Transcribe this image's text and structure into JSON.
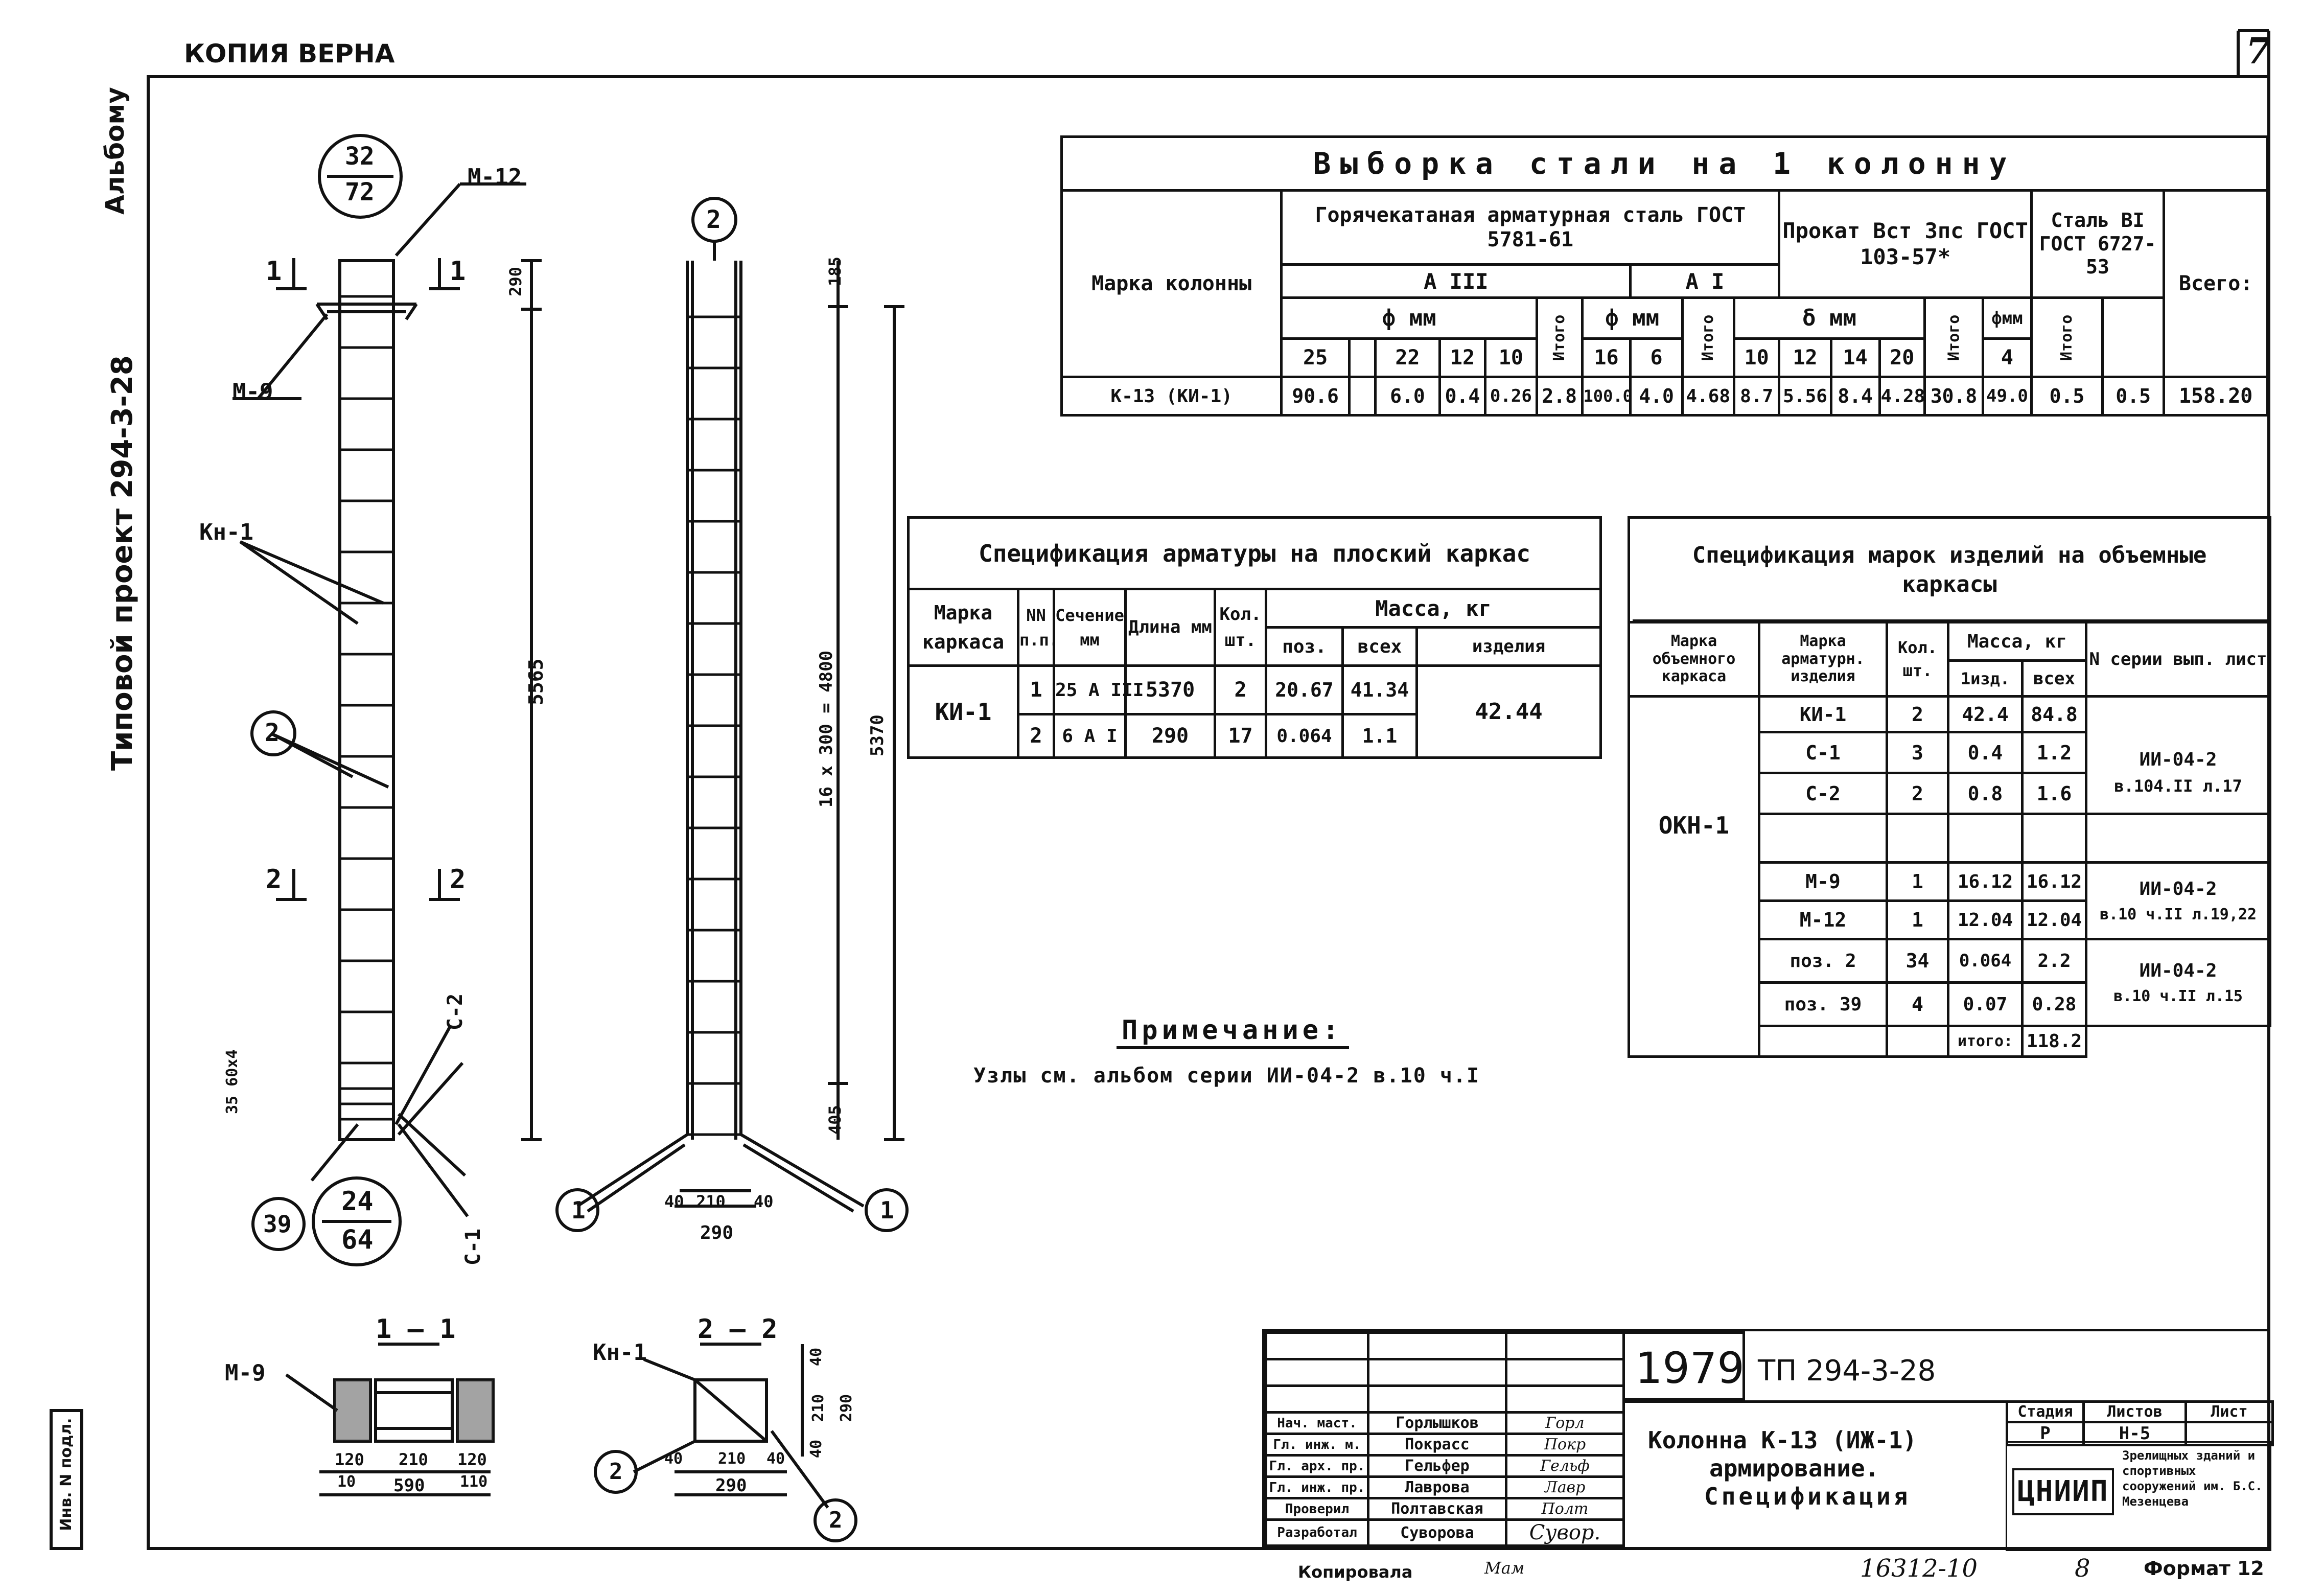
{
  "header": {
    "copy_note": "КОПИЯ ВЕРНА",
    "sheet_number": "7",
    "side_title": "Типовой проект 294-3-28",
    "side_album": "Альбому",
    "side_inv": "Инв. N подл."
  },
  "drawing": {
    "circle_top": {
      "num": "32",
      "den": "72"
    },
    "circle_bottom": {
      "num": "24",
      "den": "64"
    },
    "marks": {
      "m12": "М-12",
      "m9": "М-9",
      "kn1": "Кн-1",
      "c1": "С-1",
      "c2": "С-2",
      "pos1": "1",
      "pos2": "2",
      "pos39": "39"
    },
    "cuts": {
      "cut1": "1",
      "cut2": "2"
    },
    "dims": {
      "d290": "290",
      "d5565": "5565",
      "d185": "185",
      "d405": "405",
      "d5370": "5370",
      "d16x300": "16 х 300 = 4800",
      "d35_60x4": "35 60х4",
      "d40": "40",
      "d210": "210",
      "d120": "120",
      "d10": "10",
      "d590": "590",
      "d110": "110"
    },
    "sections": {
      "s11": "1 — 1",
      "s22": "2 — 2"
    }
  },
  "steel_table": {
    "title": "Выборка стали на 1 колонну",
    "col_mark": "Марка колонны",
    "group_hot": "Горячекатаная арматурная сталь ГОСТ 5781-61",
    "a3": "А III",
    "a1": "А I",
    "phi_mm": "ф мм",
    "itogo": "Итого",
    "group_rolled": "Прокат Вст 3пс ГОСТ 103-57*",
    "delta_mm": "δ мм",
    "group_steel": "Сталь ВI ГОСТ 6727-53",
    "phi_mm_short": "фмм",
    "total": "Всего:",
    "diam_headers": [
      "25",
      "",
      "22",
      "12",
      "10",
      "6",
      "16",
      "6",
      "10",
      "12",
      "14",
      "20",
      "4"
    ],
    "row": {
      "mark": "К-13 (КИ-1)",
      "a3_vals": [
        "90.6",
        "",
        "6.0",
        "0.4",
        "0.26",
        "2.8"
      ],
      "a3_total": "100.0",
      "a1_vals": [
        "4.0",
        "4.68"
      ],
      "a1_total": "8.7",
      "rolled_vals": [
        "5.56",
        "8.4",
        "4.28",
        "30.8"
      ],
      "rolled_total": "49.0",
      "steel_val": "0.5",
      "steel_total": "0.5",
      "grand_total": "158.20"
    }
  },
  "flat_frame_table": {
    "title": "Спецификация арматуры на плоский каркас",
    "headers": {
      "mark": "Марка каркаса",
      "nn": "NN п.п.",
      "section": "Сечение мм",
      "length": "Длина мм",
      "qty": "Кол. шт.",
      "mass": "Масса, кг",
      "pos": "поз.",
      "all": "всех",
      "item": "изделия"
    },
    "mark": "КИ-1",
    "item_mass": "42.44",
    "rows": [
      {
        "nn": "1",
        "section": "25 А III",
        "length": "5370",
        "qty": "2",
        "pos": "20.67",
        "all": "41.34"
      },
      {
        "nn": "2",
        "section": "6 А I",
        "length": "290",
        "qty": "17",
        "pos": "0.064",
        "all": "1.1"
      }
    ]
  },
  "vol_frame_table": {
    "title": "Спецификация марок изделий на объемные каркасы",
    "headers": {
      "mark": "Марка объемного каркаса",
      "item": "Марка арматурн. изделия",
      "qty": "Кол. шт.",
      "mass": "Масса, кг",
      "one": "1изд.",
      "all": "всех",
      "series": "N серии вып. лист"
    },
    "mark": "ОКН-1",
    "rows": [
      {
        "item": "КИ-1",
        "qty": "2",
        "one": "42.4",
        "all": "84.8"
      },
      {
        "item": "С-1",
        "qty": "3",
        "one": "0.4",
        "all": "1.2"
      },
      {
        "item": "С-2",
        "qty": "2",
        "one": "0.8",
        "all": "1.6"
      },
      {
        "item": "",
        "qty": "",
        "one": "",
        "all": ""
      },
      {
        "item": "М-9",
        "qty": "1",
        "one": "16.12",
        "all": "16.12"
      },
      {
        "item": "М-12",
        "qty": "1",
        "one": "12.04",
        "all": "12.04"
      },
      {
        "item": "поз. 2",
        "qty": "34",
        "one": "0.064",
        "all": "2.2"
      },
      {
        "item": "поз. 39",
        "qty": "4",
        "one": "0.07",
        "all": "0.28"
      },
      {
        "item": "",
        "qty": "",
        "one": "итого:",
        "all": "118.2"
      }
    ],
    "series": [
      {
        "line1": "ИИ-04-2",
        "line2": "в.104.II л.17"
      },
      {
        "line1": "ИИ-04-2",
        "line2": "в.10 ч.II л.19,22"
      },
      {
        "line1": "ИИ-04-2",
        "line2": "в.10 ч.II л.15"
      }
    ]
  },
  "note": {
    "title": "Примечание:",
    "text": "Узлы см. альбом серии ИИ-04-2 в.10 ч.I"
  },
  "stamp": {
    "year": "1979",
    "project": "ТП 294-3-28",
    "roles": [
      {
        "role": "Нач. маст.",
        "name": "Горлышков",
        "sign": "Горл"
      },
      {
        "role": "Гл. инж. м.",
        "name": "Покрасс",
        "sign": "Покр"
      },
      {
        "role": "Гл. арх. пр.",
        "name": "Гельфер",
        "sign": "Гельф"
      },
      {
        "role": "Гл. инж. пр.",
        "name": "Лаврова",
        "sign": "Лавр"
      },
      {
        "role": "Проверил",
        "name": "Полтавская",
        "sign": "Полт"
      },
      {
        "role": "Разработал",
        "name": "Суворова",
        "sign": "Сувор."
      }
    ],
    "title_line1": "Колонна К-13 (ИЖ-1)",
    "title_line2": "армирование.",
    "title_line3": "Спецификация",
    "stage_label": "Стадия",
    "sheets_label": "Листов",
    "sheet_label": "Лист",
    "stage": "Р",
    "sheets": "Н-5",
    "org_logo": "ЦНИИП",
    "org_text": "Зрелищных зданий и спортивных сооружений им. Б.С. Мезенцева"
  },
  "footer": {
    "copied": "Копировала",
    "copied_sign": "Мам",
    "code": "16312-10",
    "page": "8",
    "format": "Формат 12"
  }
}
